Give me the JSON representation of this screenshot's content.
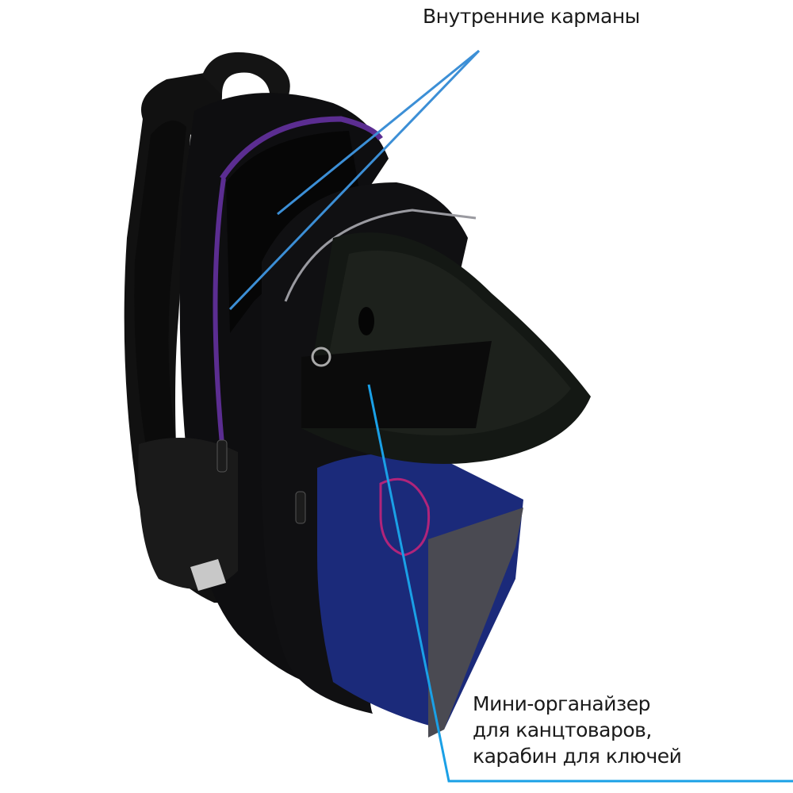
{
  "callouts": {
    "inner_pockets": "Внутренние карманы",
    "organizer_line1": "Мини-органайзер",
    "organizer_line2": "для канцтоваров,",
    "organizer_line3": "карабин для ключей"
  },
  "colors": {
    "callout_line_top": "#3c8fd6",
    "callout_line_bottom": "#1aa0e6",
    "backpack_body": "#0d0d0f",
    "zipper_trim": "#5b2d91",
    "print_blue": "#1b2a7a"
  }
}
